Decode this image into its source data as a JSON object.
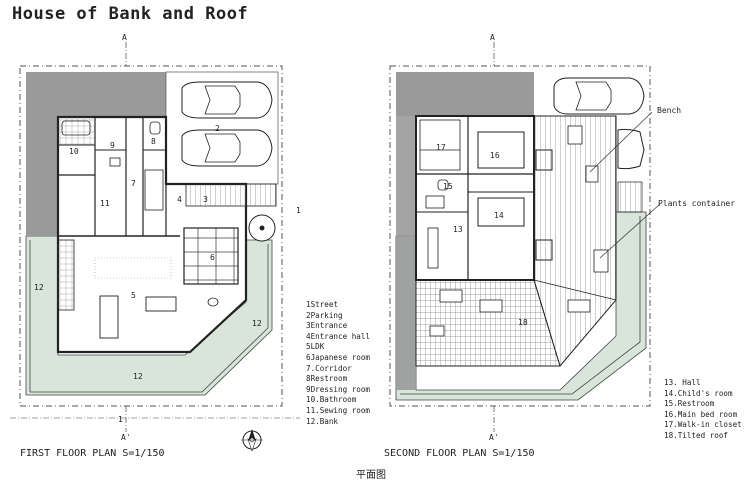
{
  "title": "House of Bank and Roof",
  "first_floor": {
    "caption": "FIRST FLOOR PLAN S=1/150",
    "section_marks": [
      "A",
      "A'",
      "1",
      "1"
    ],
    "room_numbers": [
      "2",
      "3",
      "4",
      "5",
      "6",
      "7",
      "8",
      "9",
      "10",
      "11",
      "12",
      "12",
      "12"
    ]
  },
  "second_floor": {
    "caption": "SECOND FLOOR PLAN S=1/150",
    "section_marks": [
      "A",
      "A'"
    ],
    "room_numbers": [
      "13",
      "14",
      "15",
      "16",
      "17",
      "18"
    ],
    "annotations": [
      "Bench",
      "Plants container"
    ]
  },
  "legend_first": [
    "1Street",
    "2Parking",
    "3Entrance",
    "4Entrance hall",
    "5LDK",
    "6Japanese room",
    "7.Corridor",
    "8Restroom",
    "9Dressing room",
    "10.Bathroom",
    "11.Sewing room",
    "12.Bank"
  ],
  "legend_second": [
    "13. Hall",
    "14.Child's room",
    "15.Restroom",
    "16.Main bed room",
    "17.Walk-in closet",
    "18.Tilted roof"
  ],
  "chinese_caption": "平面图",
  "colors": {
    "bank": "#d7e6d9",
    "dark": "#9a9a9a",
    "line": "#333333"
  }
}
